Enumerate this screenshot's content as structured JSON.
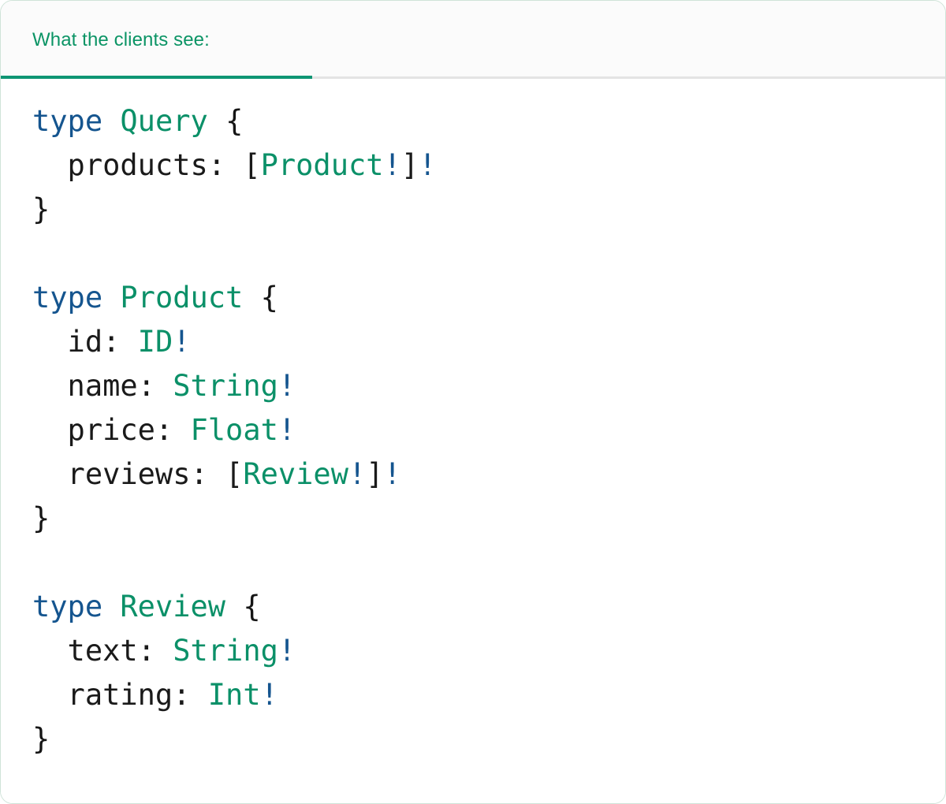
{
  "panel": {
    "accent_green": "#0e9573",
    "header_text_color": "#0b9465",
    "header_background": "#fbfbfb",
    "body_background": "#ffffff",
    "border_color": "#cfe3d8",
    "divider_color": "#e4e4e4"
  },
  "tabs": [
    {
      "label": "What the clients see:",
      "active": true
    }
  ],
  "code": {
    "language": "graphql",
    "keyword_color": "#15558f",
    "type_color": "#0b9068",
    "field_color": "#1a1a1a",
    "bang_color": "#15558f",
    "text": "type Query {\n  products: [Product!]!\n}\n\ntype Product {\n  id: ID!\n  name: String!\n  price: Float!\n  reviews: [Review!]!\n}\n\ntype Review {\n  text: String!\n  rating: Int!\n}",
    "lines": [
      {
        "tokens": [
          {
            "t": "type",
            "c": "kw"
          },
          {
            "t": " ",
            "c": "punct"
          },
          {
            "t": "Query",
            "c": "type"
          },
          {
            "t": " ",
            "c": "punct"
          },
          {
            "t": "{",
            "c": "brace"
          }
        ]
      },
      {
        "tokens": [
          {
            "t": "  products",
            "c": "field"
          },
          {
            "t": ": ",
            "c": "punct"
          },
          {
            "t": "[",
            "c": "punct"
          },
          {
            "t": "Product",
            "c": "type"
          },
          {
            "t": "!",
            "c": "bang"
          },
          {
            "t": "]",
            "c": "punct"
          },
          {
            "t": "!",
            "c": "bang"
          }
        ]
      },
      {
        "tokens": [
          {
            "t": "}",
            "c": "brace"
          }
        ]
      },
      {
        "tokens": []
      },
      {
        "tokens": [
          {
            "t": "type",
            "c": "kw"
          },
          {
            "t": " ",
            "c": "punct"
          },
          {
            "t": "Product",
            "c": "type"
          },
          {
            "t": " ",
            "c": "punct"
          },
          {
            "t": "{",
            "c": "brace"
          }
        ]
      },
      {
        "tokens": [
          {
            "t": "  id",
            "c": "field"
          },
          {
            "t": ": ",
            "c": "punct"
          },
          {
            "t": "ID",
            "c": "type"
          },
          {
            "t": "!",
            "c": "bang"
          }
        ]
      },
      {
        "tokens": [
          {
            "t": "  name",
            "c": "field"
          },
          {
            "t": ": ",
            "c": "punct"
          },
          {
            "t": "String",
            "c": "type"
          },
          {
            "t": "!",
            "c": "bang"
          }
        ]
      },
      {
        "tokens": [
          {
            "t": "  price",
            "c": "field"
          },
          {
            "t": ": ",
            "c": "punct"
          },
          {
            "t": "Float",
            "c": "type"
          },
          {
            "t": "!",
            "c": "bang"
          }
        ]
      },
      {
        "tokens": [
          {
            "t": "  reviews",
            "c": "field"
          },
          {
            "t": ": ",
            "c": "punct"
          },
          {
            "t": "[",
            "c": "punct"
          },
          {
            "t": "Review",
            "c": "type"
          },
          {
            "t": "!",
            "c": "bang"
          },
          {
            "t": "]",
            "c": "punct"
          },
          {
            "t": "!",
            "c": "bang"
          }
        ]
      },
      {
        "tokens": [
          {
            "t": "}",
            "c": "brace"
          }
        ]
      },
      {
        "tokens": []
      },
      {
        "tokens": [
          {
            "t": "type",
            "c": "kw"
          },
          {
            "t": " ",
            "c": "punct"
          },
          {
            "t": "Review",
            "c": "type"
          },
          {
            "t": " ",
            "c": "punct"
          },
          {
            "t": "{",
            "c": "brace"
          }
        ]
      },
      {
        "tokens": [
          {
            "t": "  text",
            "c": "field"
          },
          {
            "t": ": ",
            "c": "punct"
          },
          {
            "t": "String",
            "c": "type"
          },
          {
            "t": "!",
            "c": "bang"
          }
        ]
      },
      {
        "tokens": [
          {
            "t": "  rating",
            "c": "field"
          },
          {
            "t": ": ",
            "c": "punct"
          },
          {
            "t": "Int",
            "c": "type"
          },
          {
            "t": "!",
            "c": "bang"
          }
        ]
      },
      {
        "tokens": [
          {
            "t": "}",
            "c": "brace"
          }
        ]
      }
    ]
  }
}
